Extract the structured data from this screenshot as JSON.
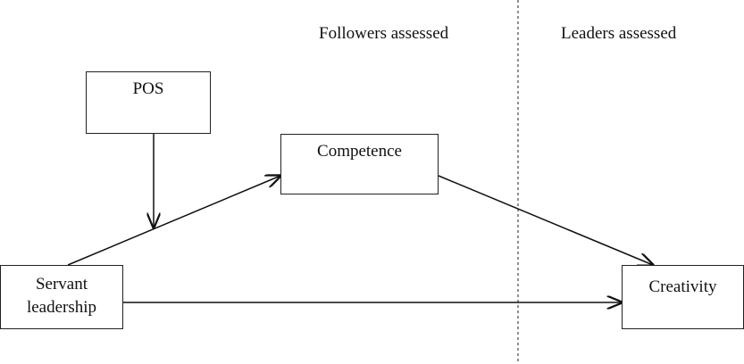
{
  "headers": {
    "followers": "Followers assessed",
    "leaders": "Leaders assessed"
  },
  "nodes": {
    "pos": "POS",
    "competence": "Competence",
    "servant_line1": "Servant",
    "servant_line2": "leadership",
    "creativity": "Creativity"
  }
}
